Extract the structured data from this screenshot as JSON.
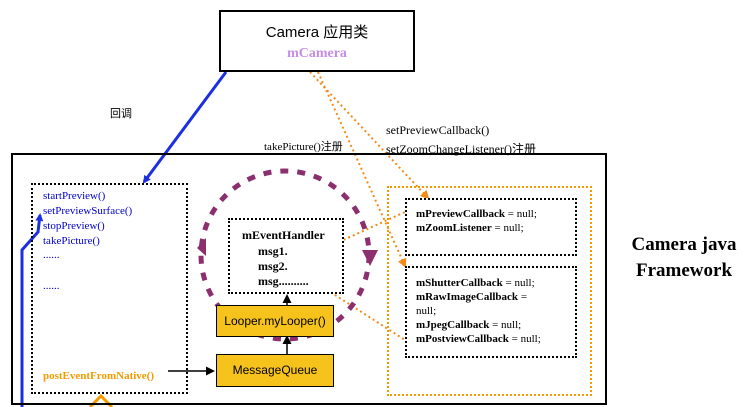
{
  "camera_app": {
    "title": "Camera 应用类",
    "variable": "mCamera"
  },
  "callback_label": "回调",
  "take_picture_label": "takePicture()注册",
  "set_preview_label": "setPreviewCallback()",
  "set_zoom_label": "setZoomChangeListener()注册",
  "methods": {
    "items": [
      "startPreview()",
      "setPreviewSurface()",
      "stopPreview()",
      "takePicture()"
    ],
    "ellipsis_1": "......",
    "ellipsis_2": "......",
    "native_method": "postEventFromNative()"
  },
  "event_handler": {
    "title": "mEventHandler",
    "lines": [
      "msg1.",
      "msg2.",
      "msg.........."
    ]
  },
  "looper_label": "Looper.myLooper()",
  "message_queue_label": "MessageQueue",
  "callbacks_group1": [
    {
      "name": "mPreviewCallback",
      "suffix": " = null;"
    },
    {
      "name": "mZoomListener",
      "suffix": " = null;"
    }
  ],
  "callbacks_group2": {
    "line1_name": "mShutterCallback",
    "line1_suffix": " = null;",
    "line2_name": "mRawImageCallback",
    "line2_suffix": " =",
    "line3": "null;",
    "line4_name": "mJpegCallback",
    "line4_suffix": " = null;",
    "line5_name": "mPostviewCallback",
    "line5_suffix": " = null;"
  },
  "framework_label": {
    "line1": "Camera java",
    "line2": "Framework"
  },
  "colors": {
    "blue_arrow": "#1a2fe0",
    "orange_dotted": "#f28a1a",
    "purple_cycle": "#8b2f6e",
    "orange_text": "#f29a00",
    "method_blue": "#0000cc",
    "camera_var": "#c58ee6",
    "yellow_box": "#f6c21c"
  }
}
